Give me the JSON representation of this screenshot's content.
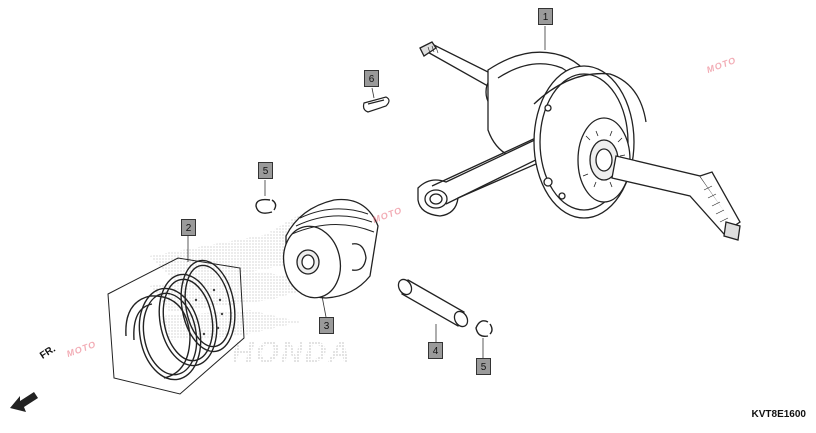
{
  "diagram": {
    "callouts": [
      "1",
      "2",
      "3",
      "4",
      "5",
      "5",
      "6"
    ],
    "diagram_code": "KVT8E1600",
    "front_label": "FR."
  },
  "brand_watermark": "HONDA",
  "site_watermark": "MOTO"
}
